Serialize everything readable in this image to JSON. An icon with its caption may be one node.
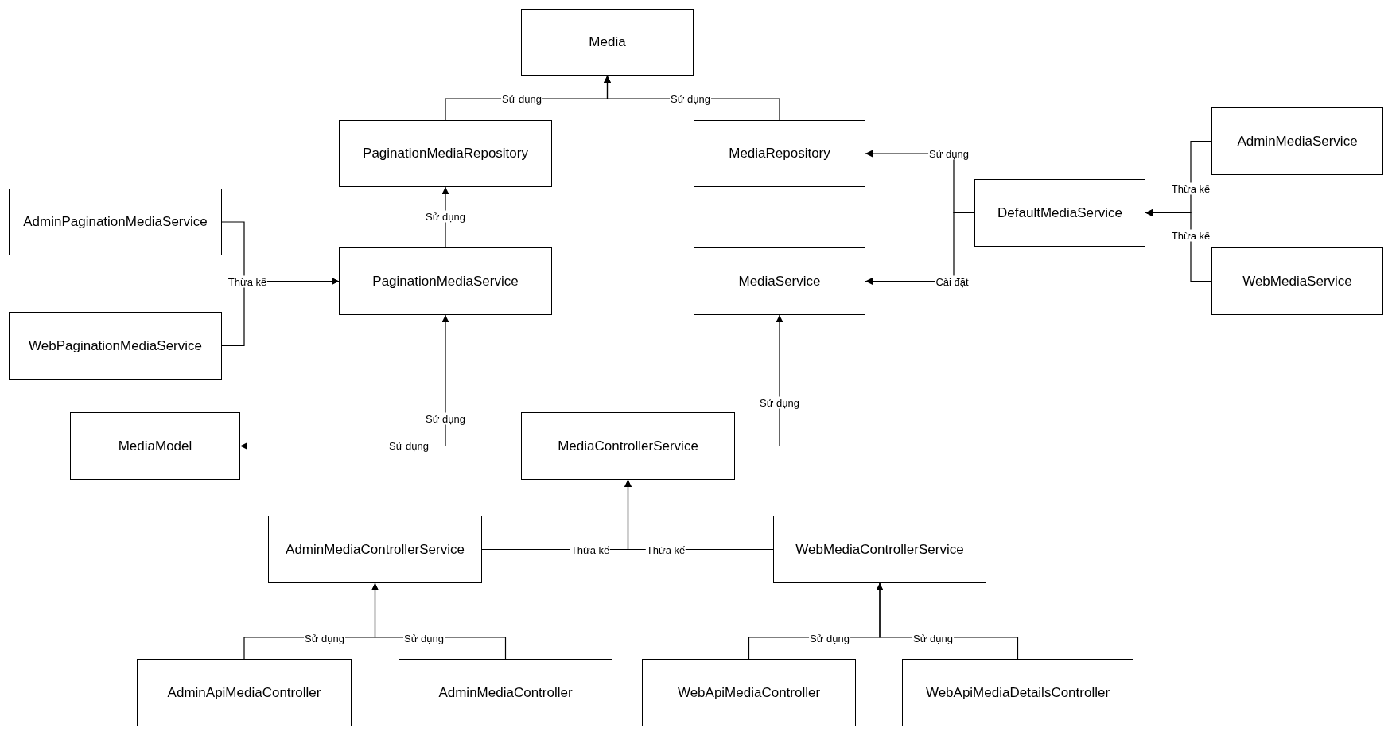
{
  "diagram": {
    "nodes": [
      {
        "text": [
          "Media"
        ]
      },
      {
        "text": [
          "PaginationMediaRepository"
        ]
      },
      {
        "text": [
          "MediaRepository"
        ]
      },
      {
        "text": [
          "AdminMediaService"
        ]
      },
      {
        "text": [
          "AdminPaginationMediaService"
        ]
      },
      {
        "text": [
          "DefaultMediaService"
        ]
      },
      {
        "text": [
          "PaginationMediaService"
        ]
      },
      {
        "text": [
          "MediaService"
        ]
      },
      {
        "text": [
          "WebMediaService"
        ]
      },
      {
        "text": [
          "WebPaginationMediaService"
        ]
      },
      {
        "text": [
          "MediaModel"
        ]
      },
      {
        "text": [
          "MediaControllerService"
        ]
      },
      {
        "text": [
          "AdminMediaControllerService"
        ]
      },
      {
        "text": [
          "WebMediaControllerService"
        ]
      },
      {
        "text": [
          "AdminApiMediaController"
        ]
      },
      {
        "text": [
          "AdminMediaController"
        ]
      },
      {
        "text": [
          "WebApiMediaController"
        ]
      },
      {
        "text": [
          "WebApiMediaDetailsController"
        ]
      }
    ],
    "edges": [
      {
        "from": 1,
        "to": 0,
        "arrow": "to",
        "label": "Sử dụng"
      },
      {
        "from": 2,
        "to": 0,
        "arrow": "to",
        "label": "Sử dụng"
      },
      {
        "from": 6,
        "to": 1,
        "arrow": "to",
        "label": "Sử dụng"
      },
      {
        "from": 4,
        "to": 6,
        "arrow": "to",
        "label": "Thừa kế"
      },
      {
        "from": 9,
        "to": 6,
        "arrow": "to"
      },
      {
        "from": 5,
        "to": 2,
        "arrow": "to",
        "label": "Sử dụng"
      },
      {
        "from": 5,
        "to": 7,
        "arrow": "to",
        "label": "Cài đặt"
      },
      {
        "from": 3,
        "to": 5,
        "arrow": "to",
        "label": "Thừa kế"
      },
      {
        "from": 8,
        "to": 5,
        "arrow": "to",
        "label": "Thừa kế"
      },
      {
        "from": 11,
        "to": 6,
        "arrow": "to",
        "label": "Sử dụng"
      },
      {
        "from": 11,
        "to": 10,
        "arrow": "to",
        "label": "Sử dụng"
      },
      {
        "from": 11,
        "to": 7,
        "arrow": "to",
        "label": "Sử dụng"
      },
      {
        "from": 12,
        "to": 11,
        "arrow": "to",
        "label": "Thừa kế"
      },
      {
        "from": 13,
        "to": 11,
        "arrow": "to",
        "label": "Thừa kế"
      },
      {
        "from": 14,
        "to": 12,
        "arrow": "to",
        "label": "Sử dụng"
      },
      {
        "from": 15,
        "to": 12,
        "arrow": "to",
        "label": "Sử dụng"
      },
      {
        "from": 16,
        "to": 13,
        "arrow": "to",
        "label": "Sử dụng"
      },
      {
        "from": 17,
        "to": 13,
        "arrow": "to",
        "label": "Sử dụng"
      }
    ]
  }
}
